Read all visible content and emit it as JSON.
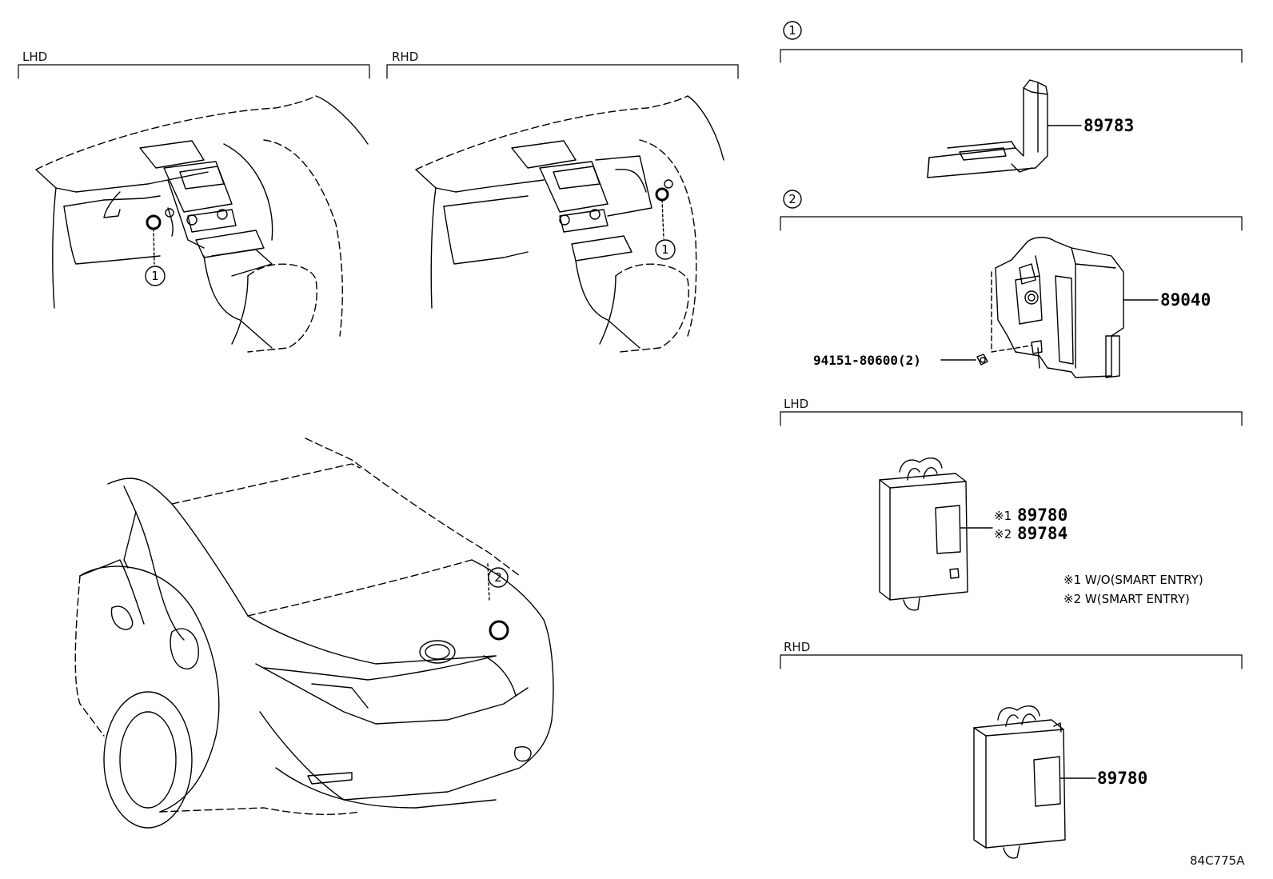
{
  "sections": {
    "lhd_dash": "LHD",
    "rhd_dash": "RHD",
    "group1": "1",
    "group2": "2",
    "lhd_module": "LHD",
    "rhd_module": "RHD"
  },
  "callouts": {
    "lhd_dash": "1",
    "rhd_dash": "1",
    "rear": "2"
  },
  "parts": {
    "p89783": "89783",
    "p89040": "89040",
    "fastener": "94151-80600(2)",
    "lhd_note1_mark": "※1",
    "lhd_note1_part": "89780",
    "lhd_note2_mark": "※2",
    "lhd_note2_part": "89784",
    "rhd_part": "89780"
  },
  "notes": {
    "n1": "※1 W/O(SMART ENTRY)",
    "n2": "※2 W(SMART ENTRY)"
  },
  "diagram_id": "84C775A"
}
